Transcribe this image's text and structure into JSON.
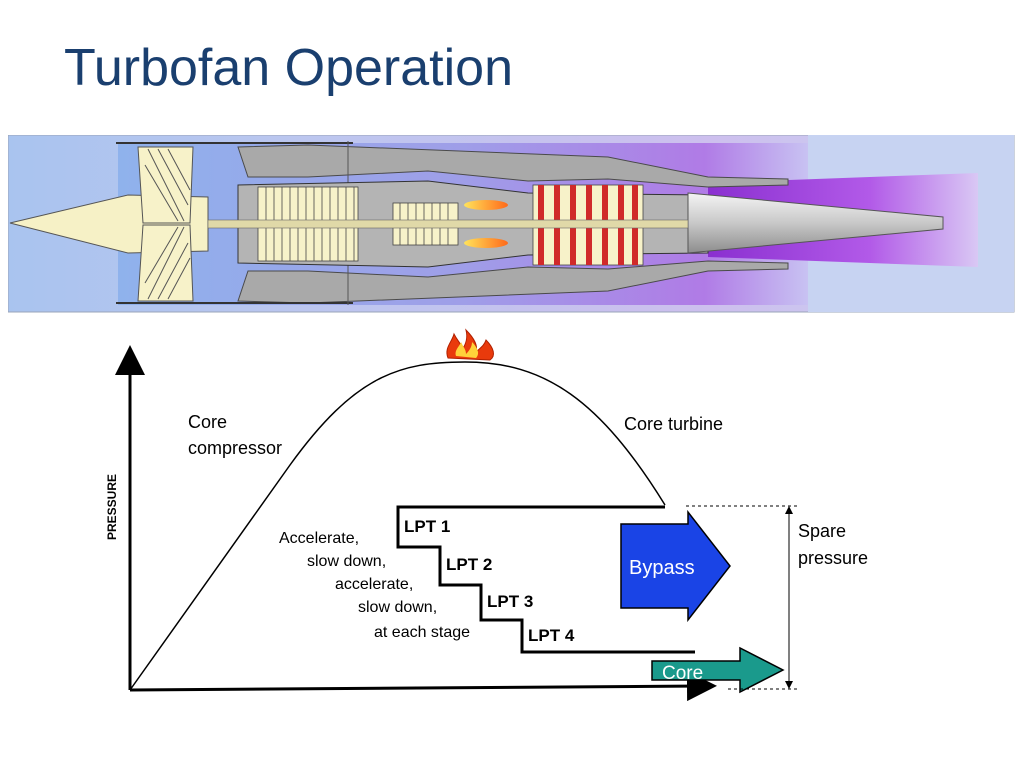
{
  "title": "Turbofan Operation",
  "diagram": {
    "y_axis_label": "PRESSURE",
    "labels": {
      "core_compressor_line1": "Core",
      "core_compressor_line2": "compressor",
      "core_turbine": "Core turbine",
      "spare_pressure_line1": "Spare",
      "spare_pressure_line2": "pressure"
    },
    "stage_note": [
      "Accelerate,",
      "slow down,",
      "accelerate,",
      "slow down,",
      "at each stage"
    ],
    "lpt_stages": [
      "LPT 1",
      "LPT 2",
      "LPT 3",
      "LPT 4"
    ],
    "bypass_label": "Bypass",
    "core_label": "Core",
    "colors": {
      "bypass": "#1a44e6",
      "core": "#1a9a8c",
      "title": "#1a3f6f"
    },
    "icons": [
      "fire-icon"
    ]
  }
}
